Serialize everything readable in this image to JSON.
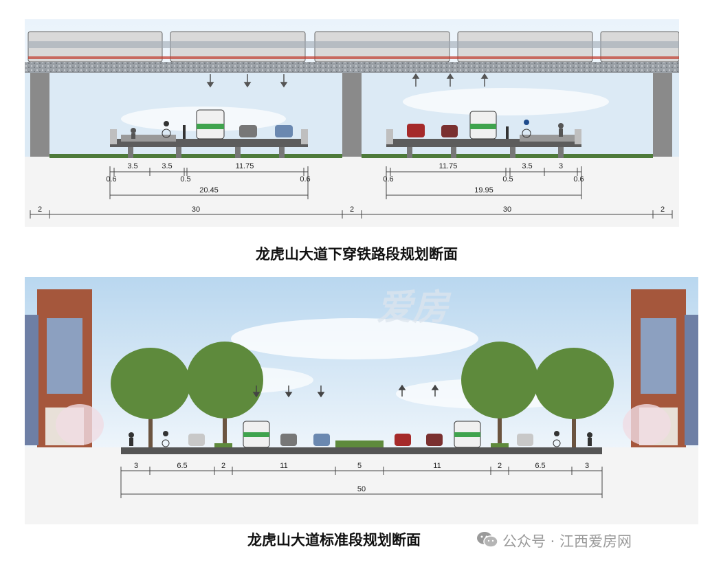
{
  "top_section": {
    "caption": "龙虎山大道下穿铁路段规划断面",
    "dims_row1_left": [
      "3.5",
      "3.5",
      "11.75"
    ],
    "dims_row1_right": [
      "11.75",
      "3.5",
      "3"
    ],
    "dims_small_left": [
      "0.6",
      "0.5",
      "0.6"
    ],
    "dims_small_right": [
      "0.6",
      "0.5",
      "0.6"
    ],
    "total_left": "20.45",
    "total_right": "19.95",
    "bottom_row": [
      "2",
      "30",
      "2",
      "30",
      "2"
    ]
  },
  "bottom_section": {
    "caption": "龙虎山大道标准段规划断面",
    "dims": [
      "3",
      "6.5",
      "2",
      "11",
      "5",
      "11",
      "2",
      "6.5",
      "3"
    ],
    "total": "50"
  },
  "watermark": {
    "brand": "爱房"
  },
  "footer": {
    "icon": "wechat-icon",
    "text": "公众号 · 江西爱房网"
  },
  "colors": {
    "sky": "#c9e0f2",
    "pillar": "#808080",
    "road": "#555555",
    "tree": "#5e8a3c",
    "building": "#a5573c"
  }
}
